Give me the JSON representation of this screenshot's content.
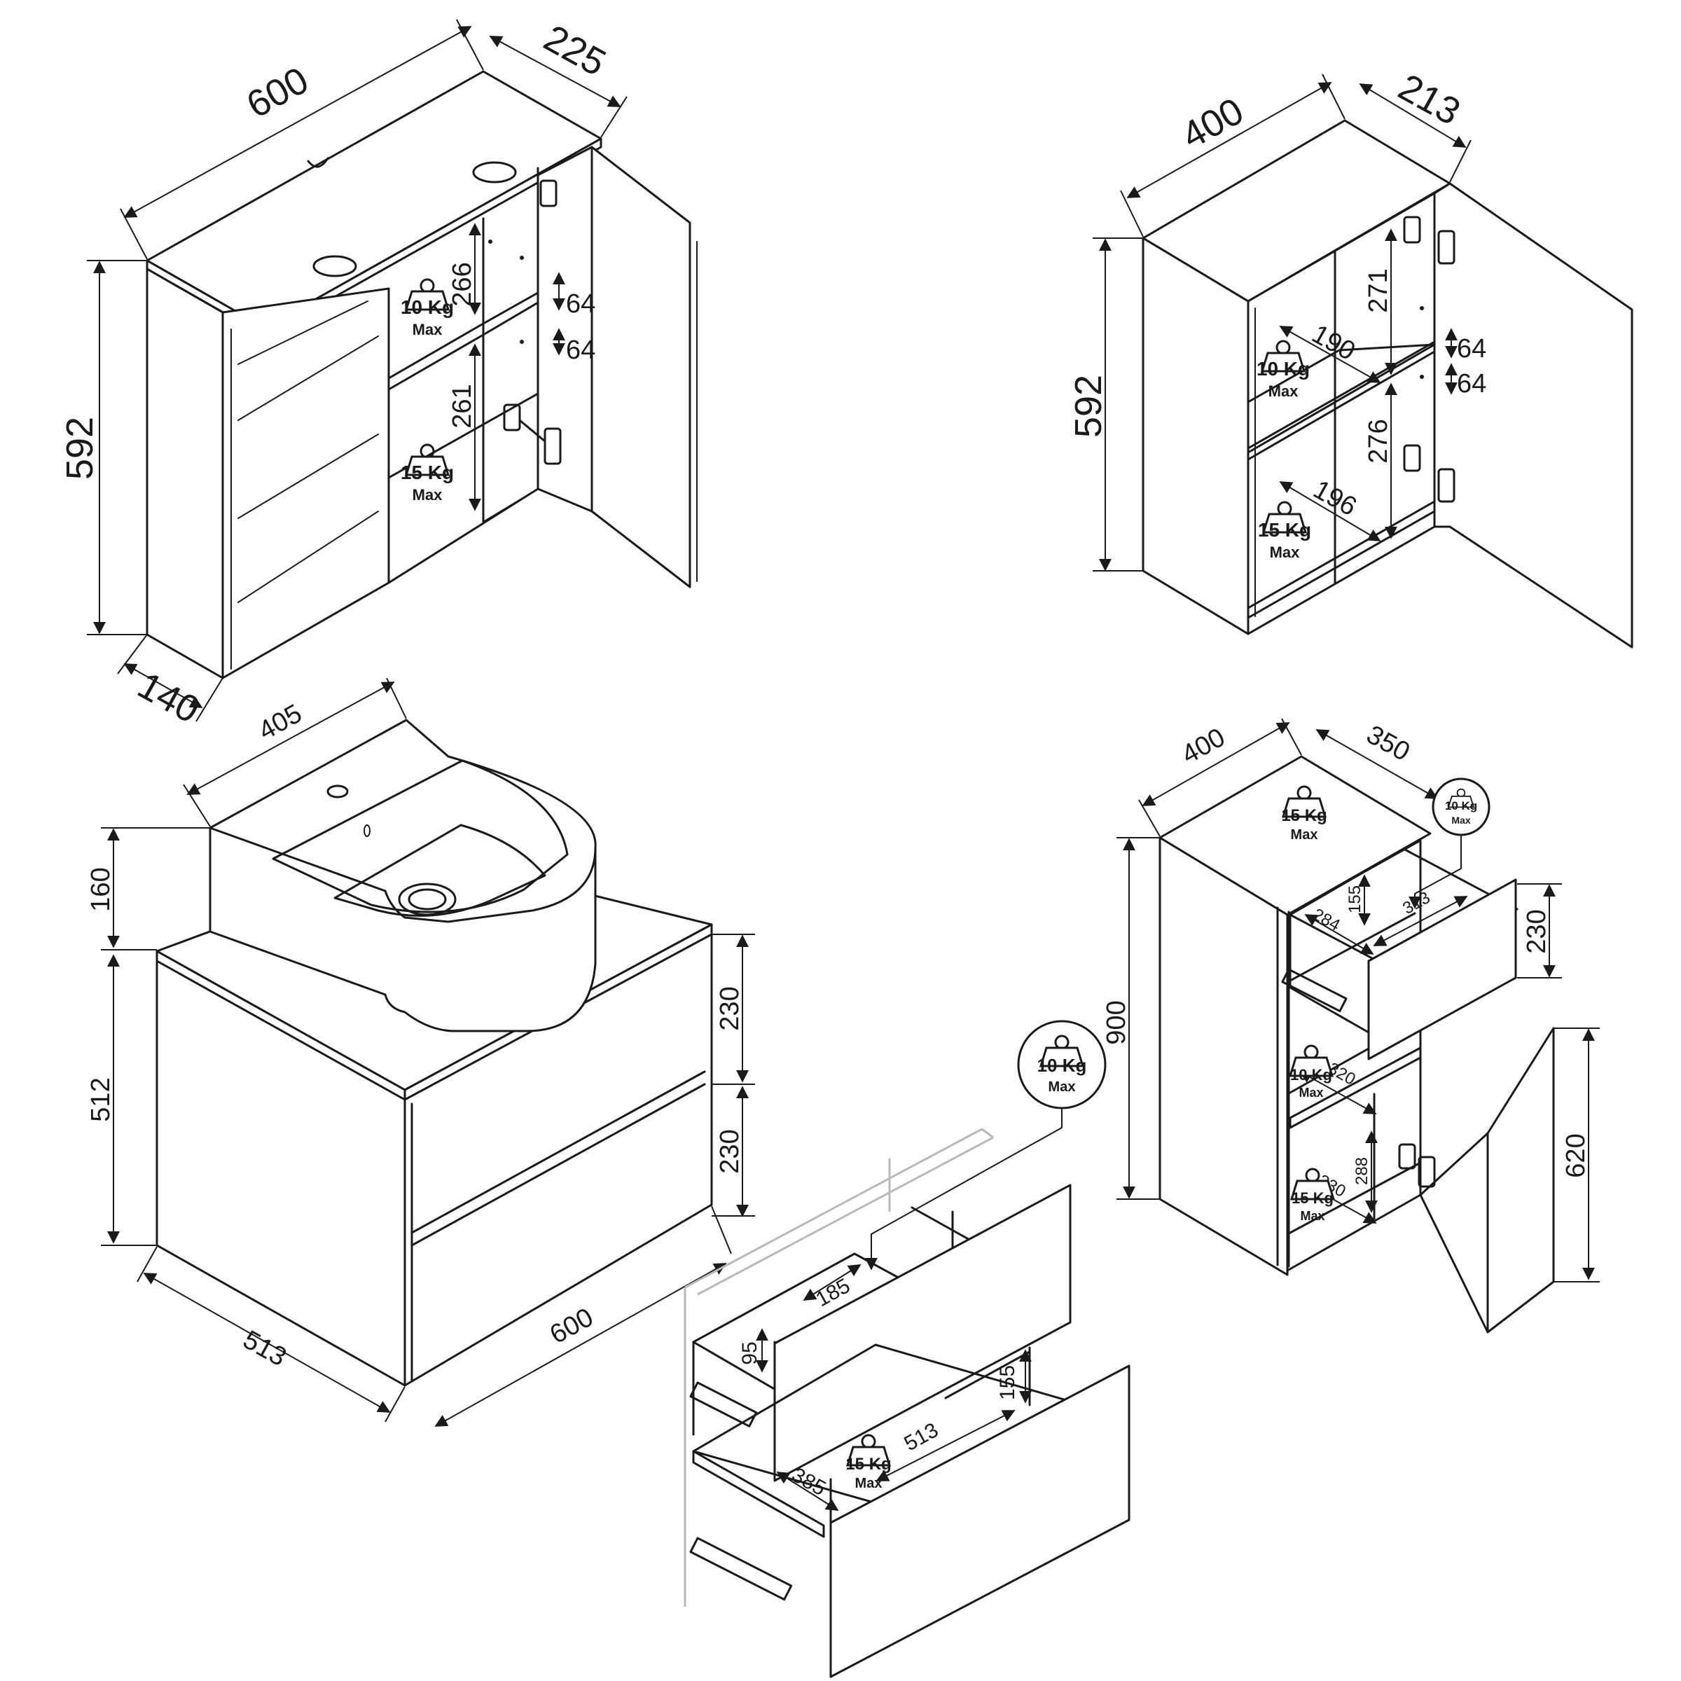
{
  "views": {
    "mirror_cabinet": {
      "width": "600",
      "depth_top": "225",
      "height": "592",
      "depth_bottom": "140",
      "shelf_upper": "266",
      "shelf_lower": "261",
      "gap_a": "64",
      "gap_b": "64",
      "load_upper": {
        "value": "10 Kg",
        "label": "Max"
      },
      "load_lower": {
        "value": "15 Kg",
        "label": "Max"
      }
    },
    "wall_cabinet": {
      "width": "400",
      "depth": "213",
      "height": "592",
      "shelf_upper": "271",
      "shelf_lower": "276",
      "gap_a": "64",
      "gap_b": "64",
      "shelf_depth_upper": "190",
      "shelf_depth_lower": "196",
      "load_upper": {
        "value": "10 Kg",
        "label": "Max"
      },
      "load_lower": {
        "value": "15 Kg",
        "label": "Max"
      }
    },
    "vanity": {
      "basin_width": "405",
      "basin_height": "160",
      "cabinet_height": "512",
      "drawer_top": "230",
      "drawer_bottom": "230",
      "depth": "513",
      "width": "600"
    },
    "drawers_detail": {
      "load_top": {
        "value": "10 Kg",
        "label": "Max"
      },
      "load_bottom": {
        "value": "15 Kg",
        "label": "Max"
      },
      "top_inner_depth": "185",
      "top_inner_height": "95",
      "bottom_inner_height": "155",
      "bottom_inner_depth": "513",
      "bottom_inner_width": "385"
    },
    "tall_cabinet": {
      "width": "400",
      "depth": "350",
      "height": "900",
      "drawer_height": "230",
      "door_height": "620",
      "drawer_inner_height": "155",
      "drawer_inner_width": "284",
      "drawer_inner_depth": "313",
      "shelf_depth_upper": "320",
      "shelf_depth_lower": "330",
      "shelf_lower_height": "288",
      "load_top": {
        "value": "15 Kg",
        "label": "Max"
      },
      "load_drawer": {
        "value": "10 Kg",
        "label": "Max"
      },
      "load_upper": {
        "value": "10 Kg",
        "label": "Max"
      },
      "load_lower": {
        "value": "15 Kg",
        "label": "Max"
      }
    }
  }
}
